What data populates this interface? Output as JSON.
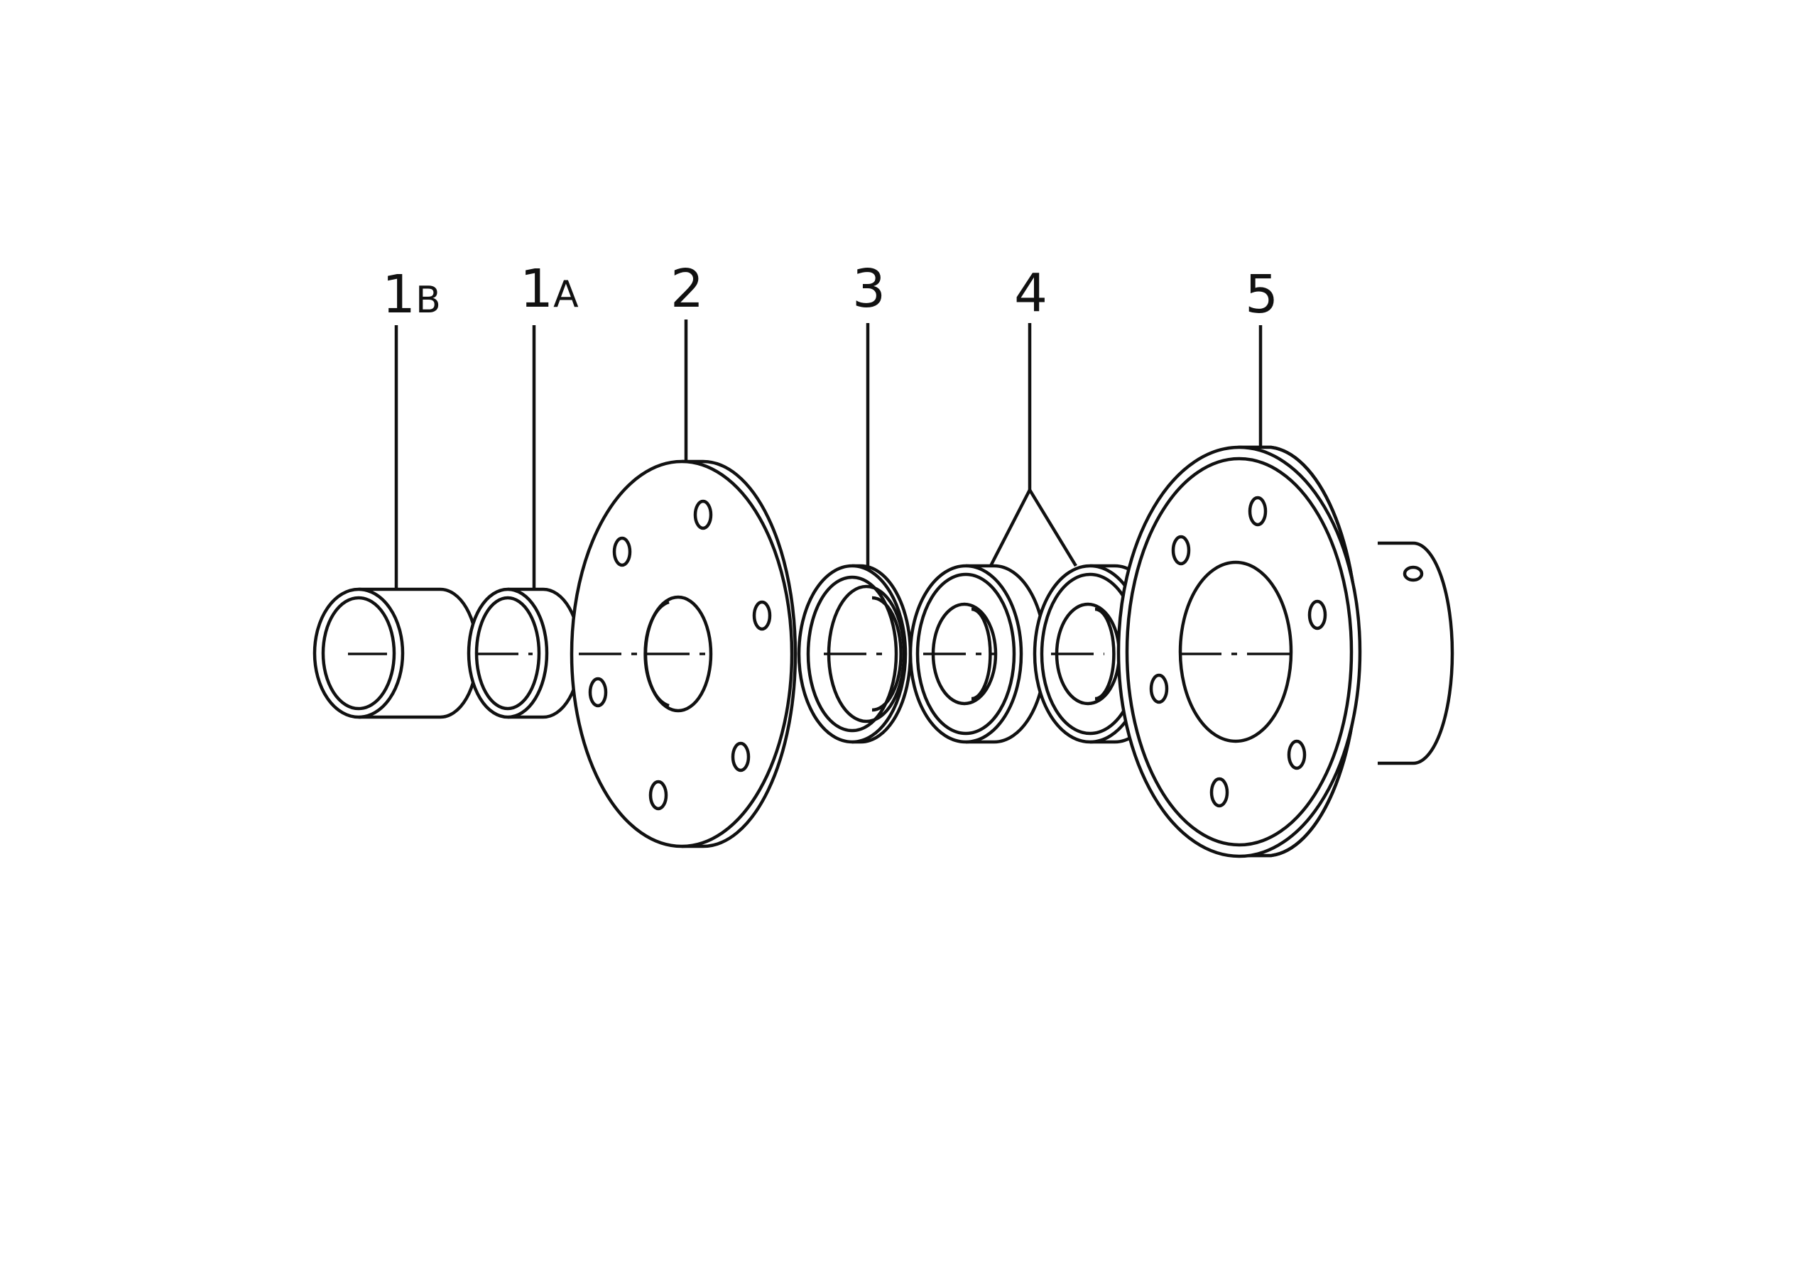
{
  "labels": {
    "p1b": {
      "main": "1",
      "sub": "B"
    },
    "p1a": {
      "main": "1",
      "sub": "A"
    },
    "p2": "2",
    "p3": "3",
    "p4": "4",
    "p5": "5"
  },
  "colors": {
    "ink": "#111111",
    "paper": "#ffffff"
  }
}
